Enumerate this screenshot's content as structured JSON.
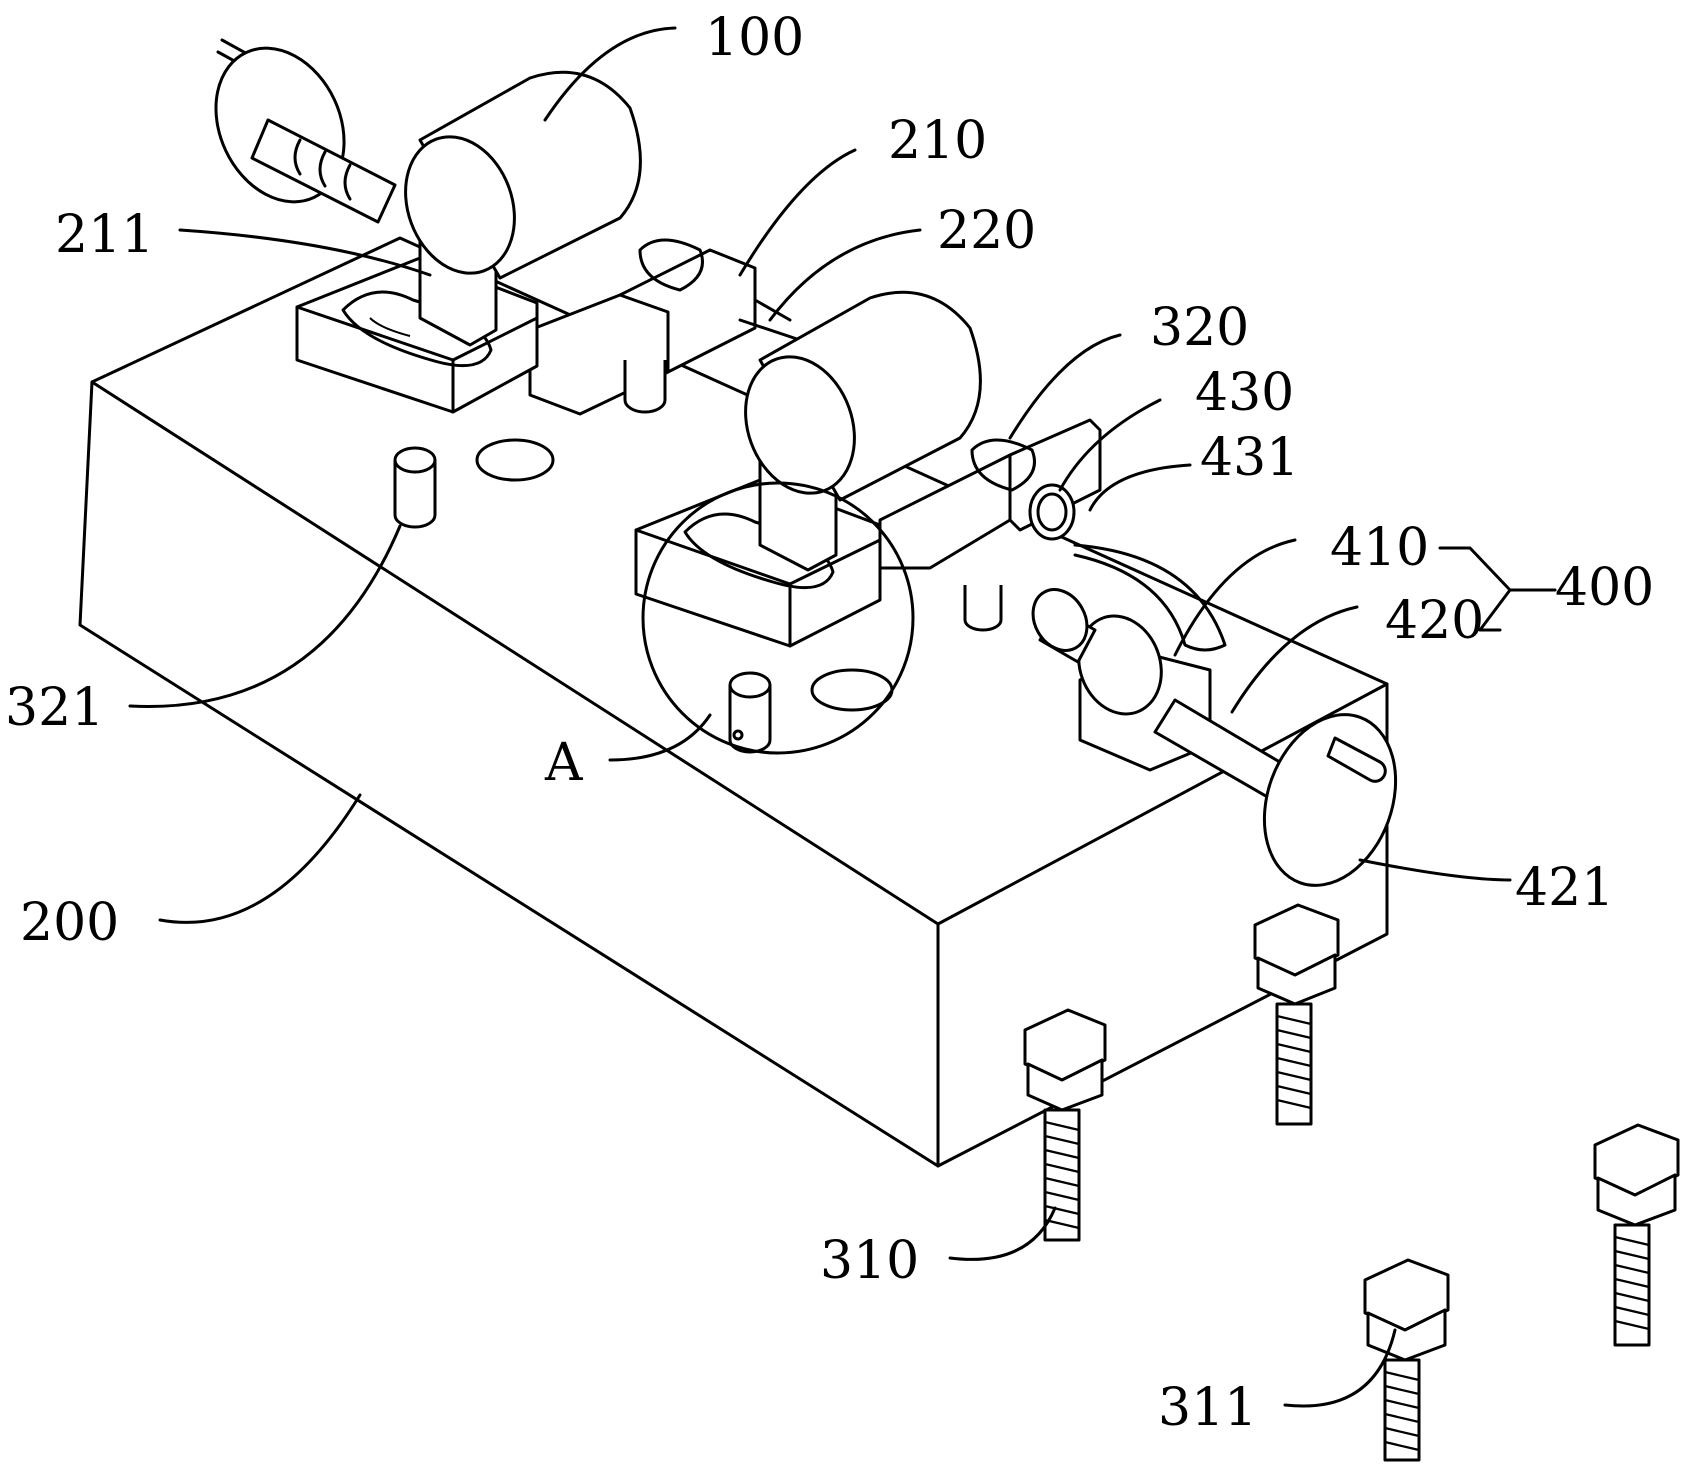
{
  "labels": {
    "l100": "100",
    "l210": "210",
    "l211": "211",
    "l220": "220",
    "l320": "320",
    "l430": "430",
    "l431": "431",
    "l410": "410",
    "l400": "400",
    "l420": "420",
    "l321": "321",
    "lA": "A",
    "l421": "421",
    "l200": "200",
    "l310": "310",
    "l311": "311"
  },
  "colors": {
    "stroke": "#000000",
    "background": "#ffffff"
  }
}
